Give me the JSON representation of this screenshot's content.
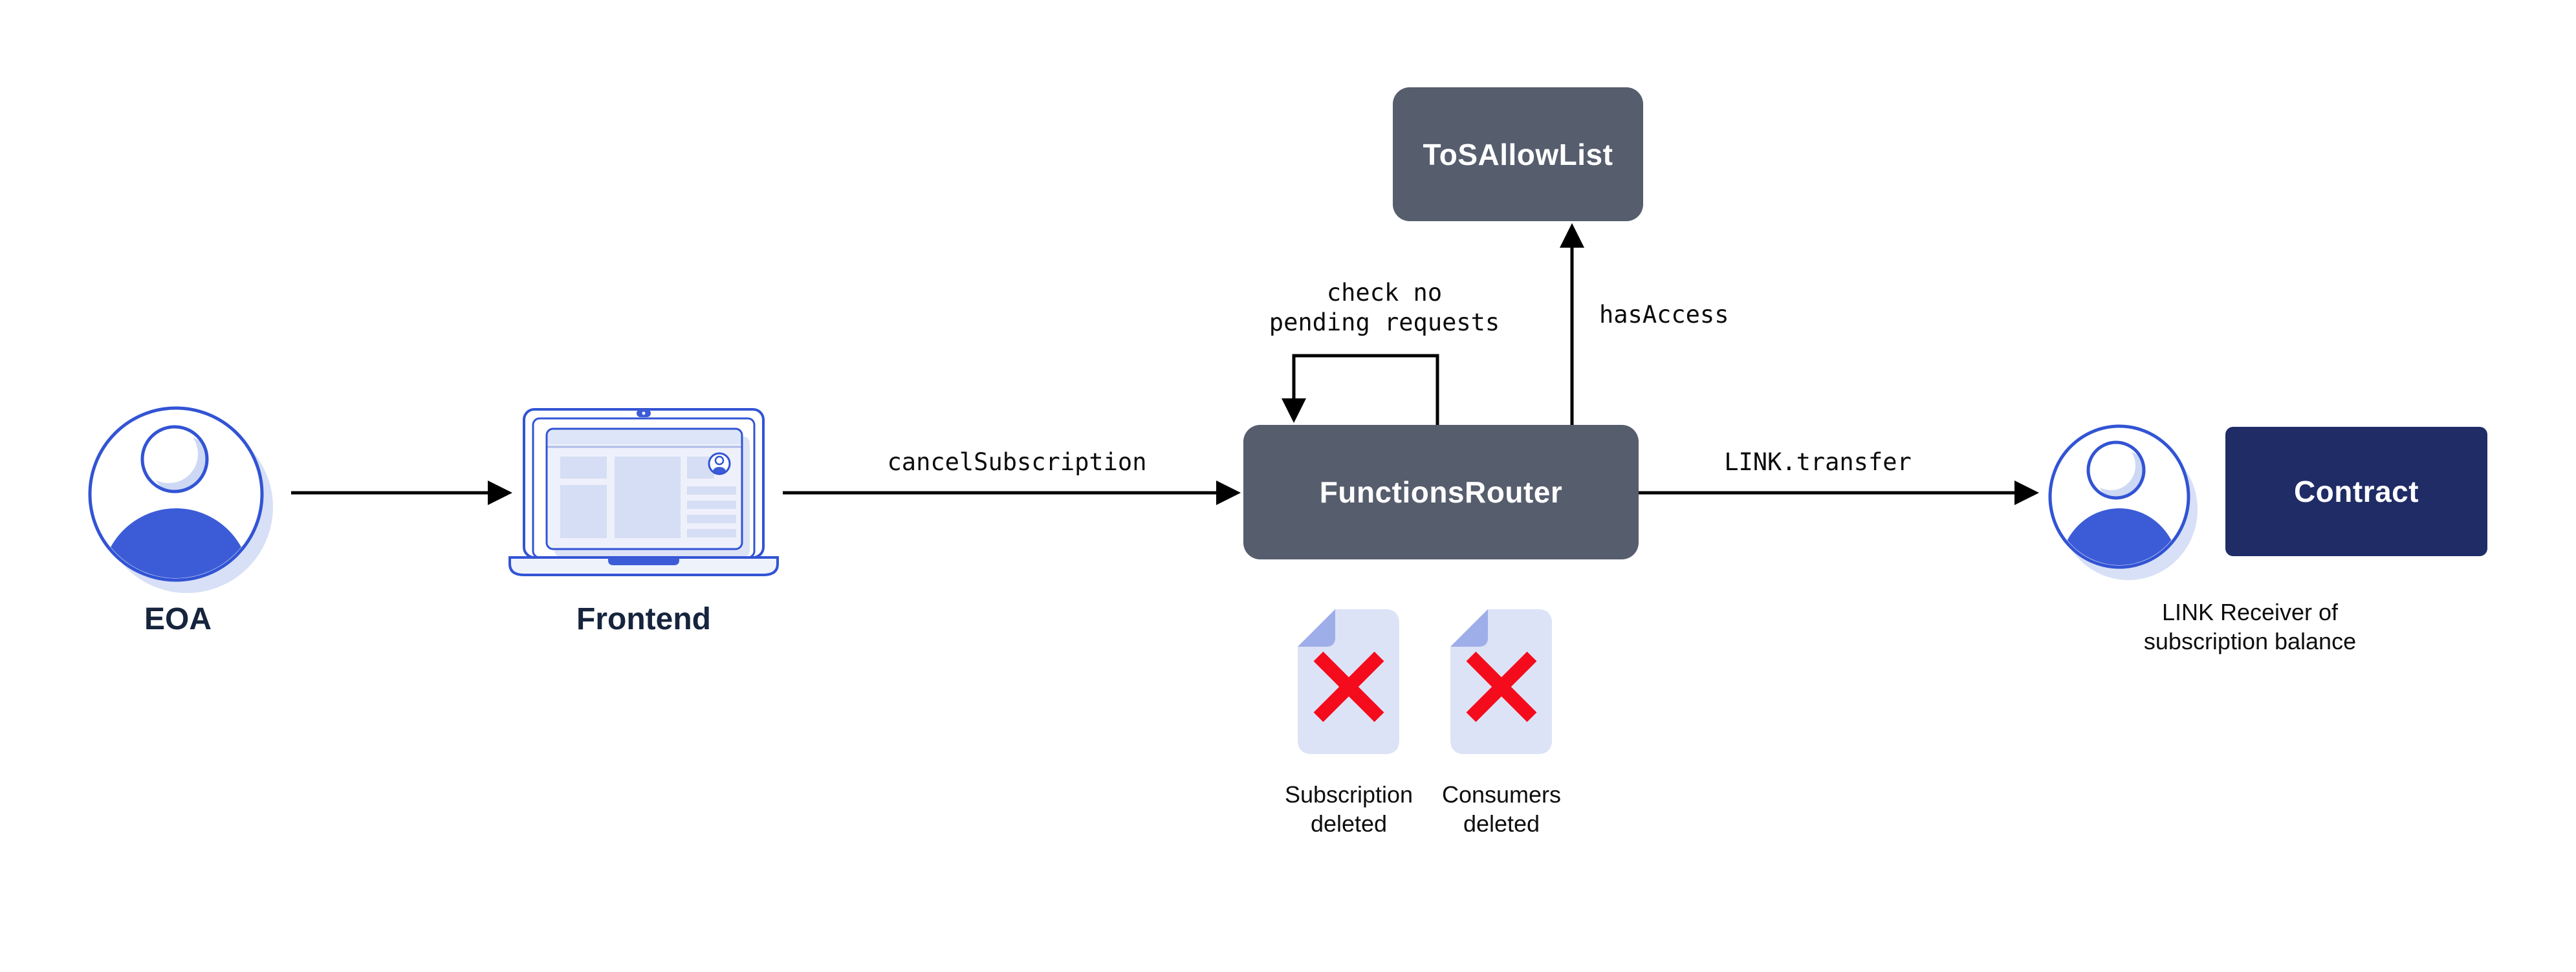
{
  "diagram": {
    "nodes": {
      "eoa": {
        "label": "EOA"
      },
      "frontend": {
        "label": "Frontend"
      },
      "functionsRouter": {
        "label": "FunctionsRouter"
      },
      "tosAllowList": {
        "label": "ToSAllowList"
      },
      "contract": {
        "label": "Contract"
      },
      "linkReceiver": {
        "line1": "LINK Receiver of",
        "line2": "subscription balance"
      },
      "subscriptionDeleted": {
        "line1": "Subscription",
        "line2": "deleted"
      },
      "consumersDeleted": {
        "line1": "Consumers",
        "line2": "deleted"
      }
    },
    "edges": {
      "frontendToRouter": {
        "label": "cancelSubscription"
      },
      "routerSelfLoop": {
        "line1": "check no",
        "line2": "pending requests"
      },
      "routerToTos": {
        "label": "hasAccess"
      },
      "routerToReceiver": {
        "label": "LINK.transfer"
      }
    },
    "icons": {
      "eoa": "user-icon",
      "frontend": "laptop-icon",
      "receiver": "user-icon",
      "subscriptionDeleted": "document-x-icon",
      "consumersDeleted": "document-x-icon"
    },
    "colors": {
      "node_dark": "#565d6d",
      "node_navy": "#202c66",
      "icon_blue_fill": "#3c5cd7",
      "icon_blue_stroke": "#3254d4",
      "icon_soft_shadow": "#d7e0f6",
      "document_fill": "#dce3f6",
      "document_fold": "#9daee9",
      "x_red": "#f40b1c",
      "caption_navy": "#16243d",
      "arrow_black": "#000000",
      "background": "#ffffff"
    }
  }
}
